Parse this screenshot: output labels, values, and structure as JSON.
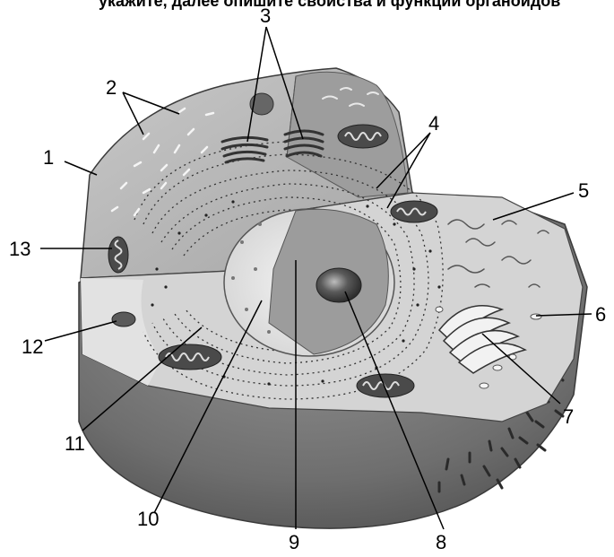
{
  "caption": "укажите, далее опишите свойства и функции органоидов",
  "labels": [
    "1",
    "2",
    "3",
    "4",
    "5",
    "6",
    "7",
    "8",
    "9",
    "10",
    "11",
    "12",
    "13"
  ],
  "colors": {
    "outer": "#7a7a7a",
    "top_surface": "#b9b9b9",
    "cytoplasm": "#cfcfcf",
    "cytoplasm_light": "#e4e4e4",
    "nucleus": "#ededed",
    "nucleolus": "#4a4a4a",
    "ink": "#000000"
  }
}
